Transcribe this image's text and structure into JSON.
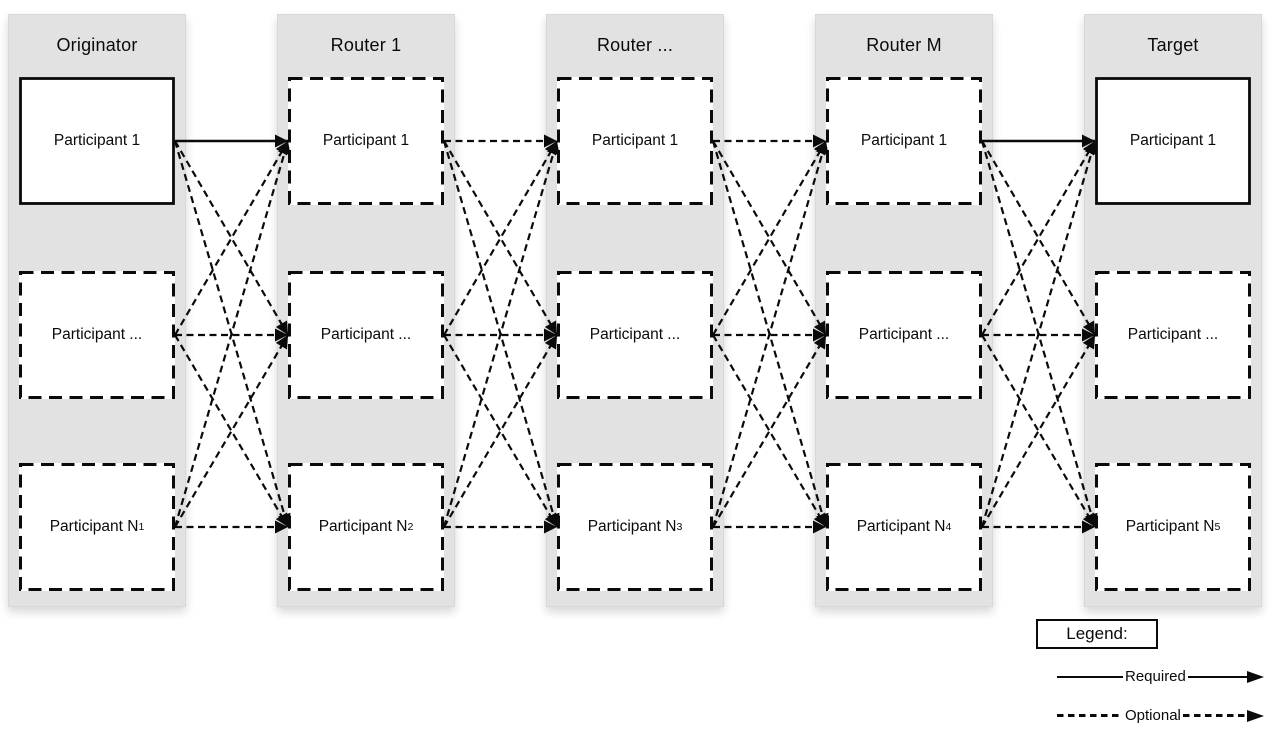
{
  "columns": [
    {
      "header": "Originator",
      "participants": [
        {
          "label": "Participant 1",
          "border": "solid"
        },
        {
          "label": "Participant ...",
          "border": "dashed"
        },
        {
          "label": "Participant N",
          "subscript": "1",
          "border": "dashed"
        }
      ]
    },
    {
      "header": "Router 1",
      "participants": [
        {
          "label": "Participant 1",
          "border": "dashed"
        },
        {
          "label": "Participant ...",
          "border": "dashed"
        },
        {
          "label": "Participant N",
          "subscript": "2",
          "border": "dashed"
        }
      ]
    },
    {
      "header": "Router ...",
      "participants": [
        {
          "label": "Participant 1",
          "border": "dashed"
        },
        {
          "label": "Participant ...",
          "border": "dashed"
        },
        {
          "label": "Participant N",
          "subscript": "3",
          "border": "dashed"
        }
      ]
    },
    {
      "header": "Router M",
      "participants": [
        {
          "label": "Participant 1",
          "border": "dashed"
        },
        {
          "label": "Participant ...",
          "border": "dashed"
        },
        {
          "label": "Participant N",
          "subscript": "4",
          "border": "dashed"
        }
      ]
    },
    {
      "header": "Target",
      "participants": [
        {
          "label": "Participant 1",
          "border": "solid"
        },
        {
          "label": "Participant ...",
          "border": "dashed"
        },
        {
          "label": "Participant N",
          "subscript": "5",
          "border": "dashed"
        }
      ]
    }
  ],
  "edges": [
    {
      "from_col": 0,
      "from_row": 0,
      "to_col": 1,
      "to_row": 0,
      "type": "required"
    },
    {
      "from_col": 0,
      "from_row": 0,
      "to_col": 1,
      "to_row": 1,
      "type": "optional"
    },
    {
      "from_col": 0,
      "from_row": 0,
      "to_col": 1,
      "to_row": 2,
      "type": "optional"
    },
    {
      "from_col": 0,
      "from_row": 1,
      "to_col": 1,
      "to_row": 0,
      "type": "optional"
    },
    {
      "from_col": 0,
      "from_row": 1,
      "to_col": 1,
      "to_row": 1,
      "type": "optional"
    },
    {
      "from_col": 0,
      "from_row": 1,
      "to_col": 1,
      "to_row": 2,
      "type": "optional"
    },
    {
      "from_col": 0,
      "from_row": 2,
      "to_col": 1,
      "to_row": 0,
      "type": "optional"
    },
    {
      "from_col": 0,
      "from_row": 2,
      "to_col": 1,
      "to_row": 1,
      "type": "optional"
    },
    {
      "from_col": 0,
      "from_row": 2,
      "to_col": 1,
      "to_row": 2,
      "type": "optional"
    },
    {
      "from_col": 1,
      "from_row": 0,
      "to_col": 2,
      "to_row": 0,
      "type": "optional"
    },
    {
      "from_col": 1,
      "from_row": 0,
      "to_col": 2,
      "to_row": 1,
      "type": "optional"
    },
    {
      "from_col": 1,
      "from_row": 0,
      "to_col": 2,
      "to_row": 2,
      "type": "optional"
    },
    {
      "from_col": 1,
      "from_row": 1,
      "to_col": 2,
      "to_row": 0,
      "type": "optional"
    },
    {
      "from_col": 1,
      "from_row": 1,
      "to_col": 2,
      "to_row": 1,
      "type": "optional"
    },
    {
      "from_col": 1,
      "from_row": 1,
      "to_col": 2,
      "to_row": 2,
      "type": "optional"
    },
    {
      "from_col": 1,
      "from_row": 2,
      "to_col": 2,
      "to_row": 0,
      "type": "optional"
    },
    {
      "from_col": 1,
      "from_row": 2,
      "to_col": 2,
      "to_row": 1,
      "type": "optional"
    },
    {
      "from_col": 1,
      "from_row": 2,
      "to_col": 2,
      "to_row": 2,
      "type": "optional"
    },
    {
      "from_col": 2,
      "from_row": 0,
      "to_col": 3,
      "to_row": 0,
      "type": "optional"
    },
    {
      "from_col": 2,
      "from_row": 0,
      "to_col": 3,
      "to_row": 1,
      "type": "optional"
    },
    {
      "from_col": 2,
      "from_row": 0,
      "to_col": 3,
      "to_row": 2,
      "type": "optional"
    },
    {
      "from_col": 2,
      "from_row": 1,
      "to_col": 3,
      "to_row": 0,
      "type": "optional"
    },
    {
      "from_col": 2,
      "from_row": 1,
      "to_col": 3,
      "to_row": 1,
      "type": "optional"
    },
    {
      "from_col": 2,
      "from_row": 1,
      "to_col": 3,
      "to_row": 2,
      "type": "optional"
    },
    {
      "from_col": 2,
      "from_row": 2,
      "to_col": 3,
      "to_row": 0,
      "type": "optional"
    },
    {
      "from_col": 2,
      "from_row": 2,
      "to_col": 3,
      "to_row": 1,
      "type": "optional"
    },
    {
      "from_col": 2,
      "from_row": 2,
      "to_col": 3,
      "to_row": 2,
      "type": "optional"
    },
    {
      "from_col": 3,
      "from_row": 0,
      "to_col": 4,
      "to_row": 0,
      "type": "required"
    },
    {
      "from_col": 3,
      "from_row": 0,
      "to_col": 4,
      "to_row": 1,
      "type": "optional"
    },
    {
      "from_col": 3,
      "from_row": 0,
      "to_col": 4,
      "to_row": 2,
      "type": "optional"
    },
    {
      "from_col": 3,
      "from_row": 1,
      "to_col": 4,
      "to_row": 0,
      "type": "optional"
    },
    {
      "from_col": 3,
      "from_row": 1,
      "to_col": 4,
      "to_row": 1,
      "type": "optional"
    },
    {
      "from_col": 3,
      "from_row": 1,
      "to_col": 4,
      "to_row": 2,
      "type": "optional"
    },
    {
      "from_col": 3,
      "from_row": 2,
      "to_col": 4,
      "to_row": 0,
      "type": "optional"
    },
    {
      "from_col": 3,
      "from_row": 2,
      "to_col": 4,
      "to_row": 1,
      "type": "optional"
    },
    {
      "from_col": 3,
      "from_row": 2,
      "to_col": 4,
      "to_row": 2,
      "type": "optional"
    }
  ],
  "legend": {
    "title": "Legend:",
    "items": [
      {
        "label": "Required",
        "style": "solid"
      },
      {
        "label": "Optional",
        "style": "dashed"
      }
    ]
  },
  "colors": {
    "column_bg": "#e2e2e2",
    "line": "#0a0a0a",
    "box_fill": "#ffffff"
  }
}
